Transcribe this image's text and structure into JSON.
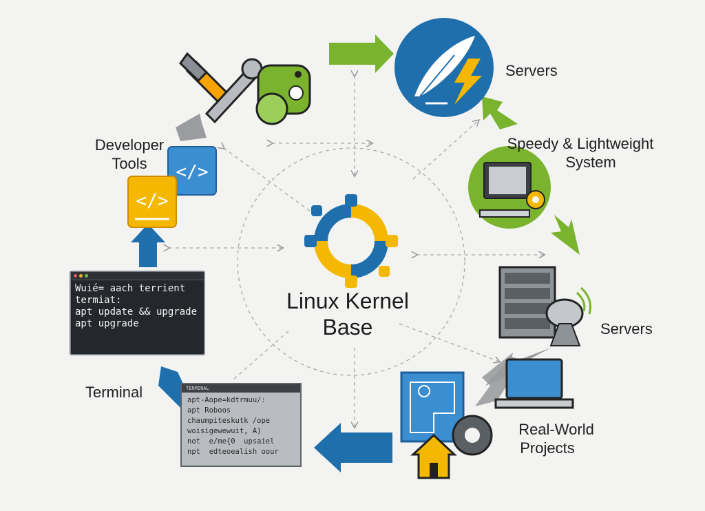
{
  "center": {
    "title": "Linux Kernel\nBase"
  },
  "labels": {
    "developer_tools": "Developer\nTools",
    "servers_top": "Servers",
    "speedy_lightweight": "Speedy & Lightweight\nSystem",
    "servers_right": "Servers",
    "real_world_projects": "Real-World\nProjects",
    "terminal": "Terminal"
  },
  "terminal_dark": {
    "lines": [
      "Wuié= aach terrient",
      "termiat:",
      "apt update && upgrade",
      "apt upgrade"
    ]
  },
  "terminal_light": {
    "title": "TERMINAL",
    "lines": [
      "apt-Aope=kdtrmuu/:",
      "apt Roboos",
      "chaumpiteskutk /ope",
      "woisigewewuit, A)",
      "not  e/me{0  upsaiel",
      "npt  edteoealish oour"
    ]
  },
  "colors": {
    "green": "#7ab32e",
    "blue": "#1f6fad",
    "yellow": "#f5b800",
    "code_blue": "#3b8ed0",
    "dark_grey": "#4a4f55"
  },
  "icons": [
    "wrench-hammer-icon",
    "gamepad-gear-icon",
    "code-icon",
    "feather-lightning-icon",
    "monitor-gear-icon",
    "server-rack-icon",
    "satellite-dish-icon",
    "laptop-icon",
    "blueprint-icon",
    "gear-icon",
    "house-icon",
    "linux-gear-icon"
  ]
}
